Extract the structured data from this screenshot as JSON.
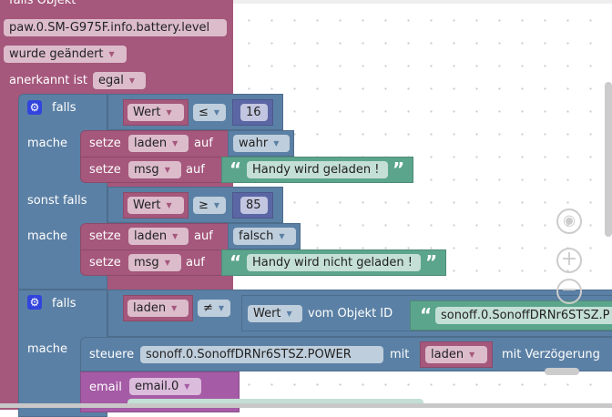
{
  "trigger": {
    "title": "falls Objekt",
    "object_id": "paw.0.SM-G975F.info.battery.level",
    "change": "wurde geändert",
    "ack_label": "anerkannt ist",
    "ack_value": "egal"
  },
  "if1": {
    "if": "falls",
    "do": "mache",
    "elseif": "sonst falls",
    "cond1": {
      "var": "Wert",
      "op": "≤",
      "value": "16"
    },
    "do1": [
      {
        "set": "setze",
        "var": "laden",
        "to": "auf",
        "value": "wahr"
      },
      {
        "set": "setze",
        "var": "msg",
        "to": "auf",
        "value": "Handy wird geladen !"
      }
    ],
    "cond2": {
      "var": "Wert",
      "op": "≥",
      "value": "85"
    },
    "do2": [
      {
        "set": "setze",
        "var": "laden",
        "to": "auf",
        "value": "falsch"
      },
      {
        "set": "setze",
        "var": "msg",
        "to": "auf",
        "value": "Handy wird nicht geladen !"
      }
    ]
  },
  "if2": {
    "if": "falls",
    "do": "mache",
    "cond": {
      "var": "laden",
      "op": "≠",
      "attr": "Wert",
      "from": "vom Objekt ID",
      "object_id": "sonoff.0.SonoffDRNr6STSZ.P"
    },
    "control": {
      "label": "steuere",
      "object_id": "sonoff.0.SonoffDRNr6STSZ.POWER",
      "with": "mit",
      "var": "laden",
      "delay": "mit Verzögerung"
    },
    "email": {
      "label": "email",
      "instance": "email.0"
    }
  },
  "colors": {
    "trigger": "#a5577c",
    "logic": "#5b80a5",
    "math": "#5b67a5",
    "text": "#5ba58c",
    "email": "#a55ba5"
  },
  "icons": {
    "gear": "gear-icon",
    "arrow": "dropdown-arrow-icon"
  }
}
